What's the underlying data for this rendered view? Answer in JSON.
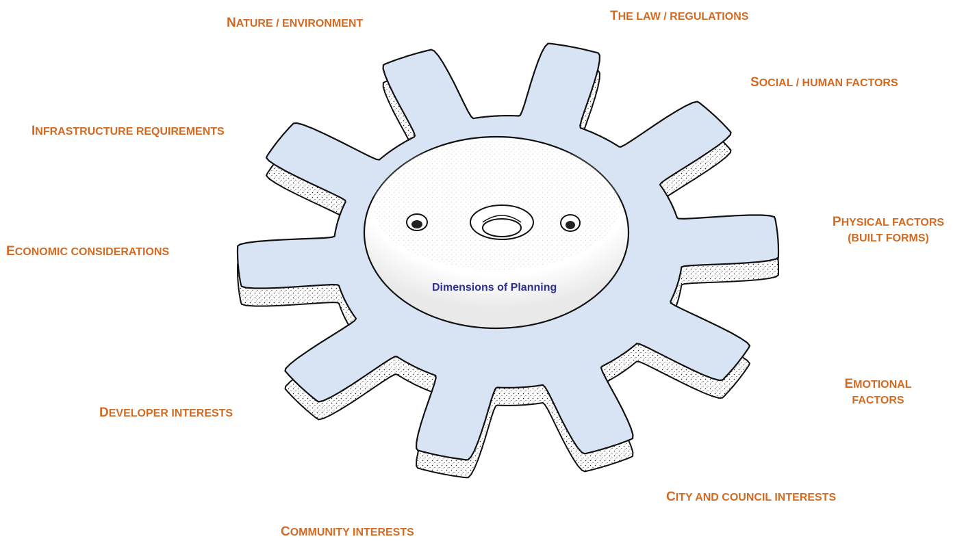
{
  "diagram": {
    "center_label": "Dimensions of Planning",
    "labels": {
      "nature": "Nature / environment",
      "law": "The Law / regulations",
      "social": "Social / human Factors",
      "infrastructure": "Infrastructure requirements",
      "physical_line1": "Physical factors",
      "physical_line2": "(Built forms)",
      "economic": "Economic considerations",
      "emotional_line1": "Emotional",
      "emotional_line2": "factors",
      "developer": "Developer interests",
      "city": "City and Council interests",
      "community": "Community interests"
    }
  },
  "colors": {
    "label": "#d36a22",
    "center_label": "#2e3192",
    "gear_fill": "#d8e4f3",
    "outline": "#111111",
    "background": "#ffffff"
  },
  "icons": {
    "gear": "gear-icon"
  }
}
